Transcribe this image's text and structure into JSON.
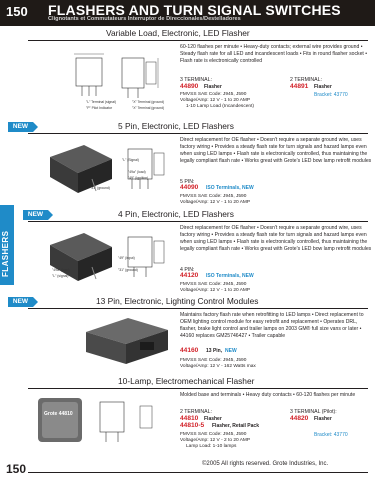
{
  "header": {
    "page_number": "150",
    "title": "FLASHERS AND TURN SIGNAL SWITCHES",
    "subtitle": "Clignotants et Commutateurs     Interruptor de Direccionales/Destelladores"
  },
  "side_tab": {
    "label": "FLASHERS"
  },
  "sections": {
    "s1": {
      "title": "Variable Load, Electronic, LED Flasher",
      "desc": "60-120 flashes per minute • Heavy-duty contacts; external wire provides ground • Steady flash rate for all LED and incandescent loads • Fits in round flasher socket • Flash rate is electronically controlled",
      "lbl_a": "3 TERMINAL:",
      "pn_a": "44890",
      "tag_a": "Flasher",
      "lbl_b": "2 TERMINAL:",
      "pn_b": "44891",
      "tag_b": "Flasher",
      "bracket": "Bracket: 43770",
      "spec_1": "FMVSS SAE Code: J945, J590",
      "spec_2": "Voltage/Amp: 12 V - 1 to 20 AMP",
      "spec_3": "1-10 Lamp Load (Incandescent)",
      "callouts": [
        "\"L\" Terminal (signal)",
        "\"X\" Terminal (ground)",
        "\"P\" Pilot Indicator",
        "\"X\" Terminal (ground)"
      ]
    },
    "s2": {
      "badge": "NEW",
      "title": "5 Pin, Electronic, LED Flashers",
      "desc": "Direct replacement for OE flasher • Doesn't require a separate ground wire, uses factory wiring • Provides a steady flash rate for turn signals and hazard lamps even when using LED lamps • Flash rate is electronically controlled, thus maintaining the legally compliant flash rate • Works great with Grote's LED bow lamp retrofit modules",
      "lbl": "5 PIN:",
      "pn": "44090",
      "tag": "ISO Terminals, NEW",
      "spec_1": "FMVSS SAE Code: J945, J590",
      "spec_2": "Voltage/Amp: 12 V - 1 to 20 AMP",
      "callouts": [
        "\"L\" (Signal)",
        "\"49a\" (load)",
        "\"49\" (Ignition)",
        "\"31\" (ground)"
      ]
    },
    "s3": {
      "badge": "NEW",
      "title": "4 Pin, Electronic, LED Flashers",
      "desc": "Direct replacement for OE flasher • Doesn't require a separate ground wire, uses factory wiring • Provides a steady flash rate for turn signals and hazard lamps even when using LED lamps • Flash rate is electronically controlled, thus maintaining the legally compliant flash rate • Works great with Grote's LED bow lamp retrofit modules",
      "lbl": "4 PIN:",
      "pn": "44120",
      "tag": "ISO Terminals, NEW",
      "spec_1": "FMVSS SAE Code: J945, J590",
      "spec_2": "Voltage/Amp: 12 V - 1 to 20 AMP",
      "callouts": [
        "\"49\" (input)",
        "\"49a\" (load)",
        "\"31\" (ground)",
        "\"L\" (signal)"
      ]
    },
    "s4": {
      "badge": "NEW",
      "title": "13 Pin, Electronic, Lighting Control Modules",
      "desc": "Maintains factory flash rate when retrofitting to LED lamps • Direct replacement to OEM lighting control module for easy retrofit and replacement • Operates DRL, flasher, brake light control and trailer lamps on 2003 GM® full size vans or later • 44160 replaces GM25746427 • Trailer capable",
      "pn": "44160",
      "tag": "13 Pin,",
      "tag_new": "NEW",
      "spec_1": "FMVSS SAE Code: J945, J590",
      "spec_2": "Voltage/Amp: 12 V - 162 Watts max"
    },
    "s5": {
      "title": "10-Lamp, Electromechanical Flasher",
      "desc": "Molded base and terminals • Heavy duty contacts • 60-120 flashes per minute",
      "lbl_a": "2 TERMINAL:",
      "pn_a": "44810",
      "tag_a": "Flasher",
      "pn_a2": "44810-5",
      "tag_a2": "Flasher, Retail Pack",
      "lbl_b": "3 TERMINAL (Pilot):",
      "pn_b": "44820",
      "tag_b": "Flasher",
      "bracket": "Bracket: 43770",
      "spec_1": "FMVSS SAE Code: J945, J590",
      "spec_2": "Voltage/Amp: 12 V - 2 to 20 AMP",
      "spec_3": "Lamp Load: 1-10 lamps",
      "image_text": "Grote 44810"
    }
  },
  "footer": {
    "page_number": "150",
    "copyright": "©2005 All rights reserved. Grote Industries, Inc."
  },
  "colors": {
    "accent_blue": "#1f8bc8",
    "header_black": "#1f1a17",
    "part_red": "#d2232a"
  }
}
